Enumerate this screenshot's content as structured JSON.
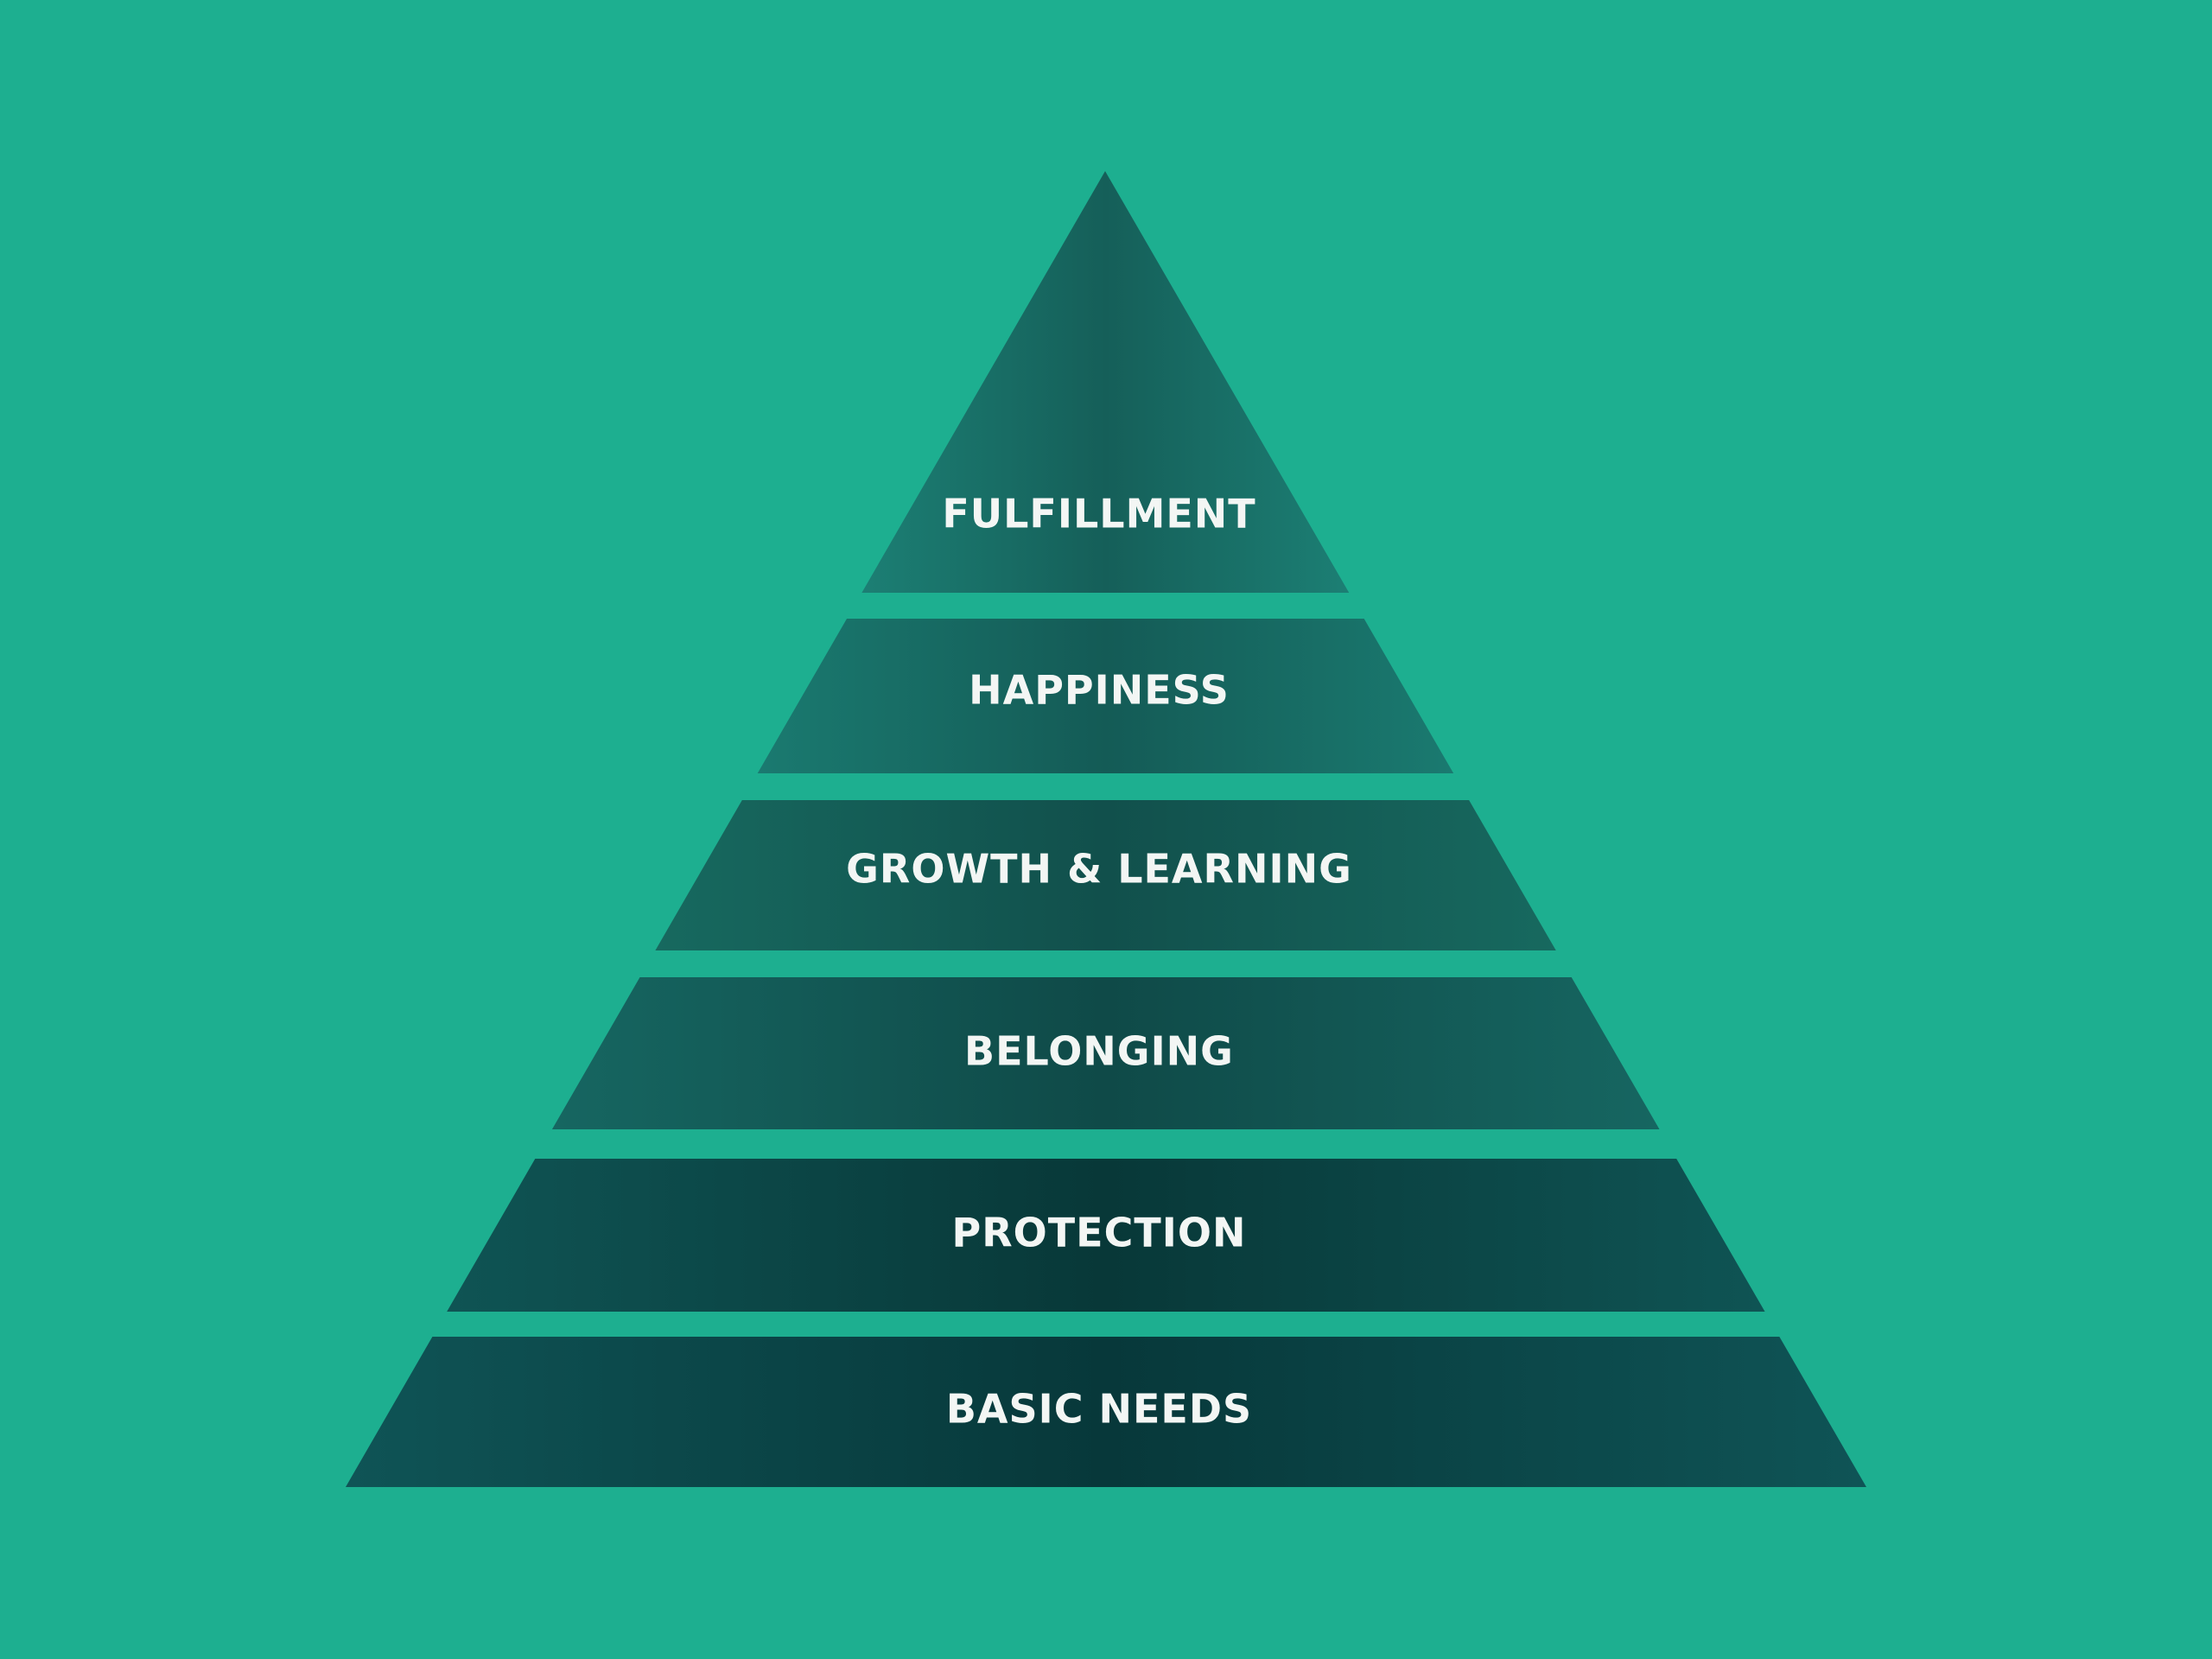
{
  "background_color": "#1daf90",
  "label_color": "#f3f6f4",
  "tiers": [
    {
      "label": "FULFILLMENT",
      "color_light": "#1c7f74",
      "color_dark": "#155f59"
    },
    {
      "label": "HAPPINESS",
      "color_light": "#1a7a70",
      "color_dark": "#145b56"
    },
    {
      "label": "GROWTH & LEARNING",
      "color_light": "#17695f",
      "color_dark": "#11504c"
    },
    {
      "label": "BELONGING",
      "color_light": "#166661",
      "color_dark": "#0f4a48"
    },
    {
      "label": "PROTECTION",
      "color_light": "#0f5454",
      "color_dark": "#083838"
    },
    {
      "label": "BASIC NEEDS",
      "color_light": "#0f5456",
      "color_dark": "#07383a"
    }
  ]
}
